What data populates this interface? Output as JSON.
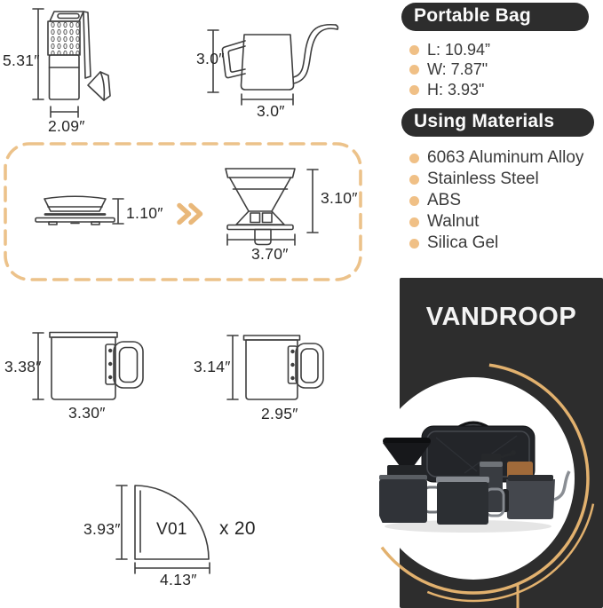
{
  "brand": "VANDROOP",
  "portable_bag": {
    "title": "Portable Bag",
    "dims": [
      "L: 10.94”",
      "W: 7.87\"",
      "H: 3.93\""
    ]
  },
  "materials": {
    "title": "Using Materials",
    "items": [
      "6063 Aluminum Alloy",
      "Stainless Steel",
      "ABS",
      "Walnut",
      "Silica Gel"
    ]
  },
  "measurements": {
    "grinder": {
      "height": "5.31″",
      "width": "2.09″"
    },
    "kettle": {
      "height": "3.0″",
      "width": "3.0″"
    },
    "dripper_folded": {
      "height": "1.10″"
    },
    "dripper_open": {
      "height": "3.10″",
      "width": "3.70″"
    },
    "mug_large": {
      "height": "3.38″",
      "width": "3.30″"
    },
    "mug_small": {
      "height": "3.14″",
      "width": "2.95″"
    },
    "filter": {
      "model": "V01",
      "height": "3.93″",
      "width": "4.13″",
      "count": "x 20"
    }
  },
  "colors": {
    "accent": "#ecc28a",
    "panel": "#2d2d2d",
    "bullet": "#f0c086",
    "gold": "#e2b16e"
  }
}
